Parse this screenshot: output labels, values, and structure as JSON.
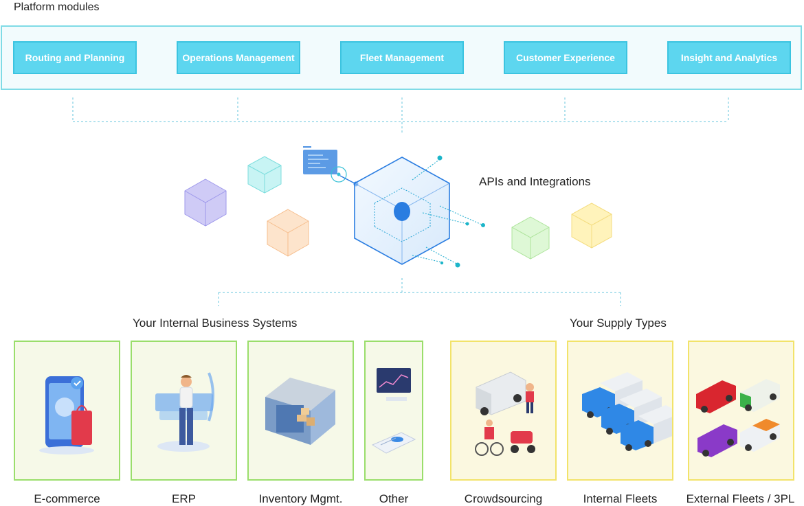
{
  "header": {
    "title": "Platform modules"
  },
  "modules": [
    {
      "label": "Routing and Planning"
    },
    {
      "label": "Operations Management"
    },
    {
      "label": "Fleet Management"
    },
    {
      "label": "Customer Experience"
    },
    {
      "label": "Insight and Analytics"
    }
  ],
  "api": {
    "label": "APIs and Integrations"
  },
  "internal": {
    "title": "Your Internal Business Systems",
    "cards": [
      {
        "label": "E-commerce"
      },
      {
        "label": "ERP"
      },
      {
        "label": "Inventory Mgmt."
      },
      {
        "label": "Other"
      }
    ]
  },
  "supply": {
    "title": "Your Supply Types",
    "cards": [
      {
        "label": "Crowdsourcing"
      },
      {
        "label": "Internal Fleets"
      },
      {
        "label": "External Fleets / 3PL"
      }
    ]
  },
  "colors": {
    "module_fill": "#5dd6ef",
    "platform_border": "#7fdbe6",
    "internal_border": "#9ade6b",
    "supply_border": "#f2e36a",
    "connector": "#66c6dc"
  }
}
